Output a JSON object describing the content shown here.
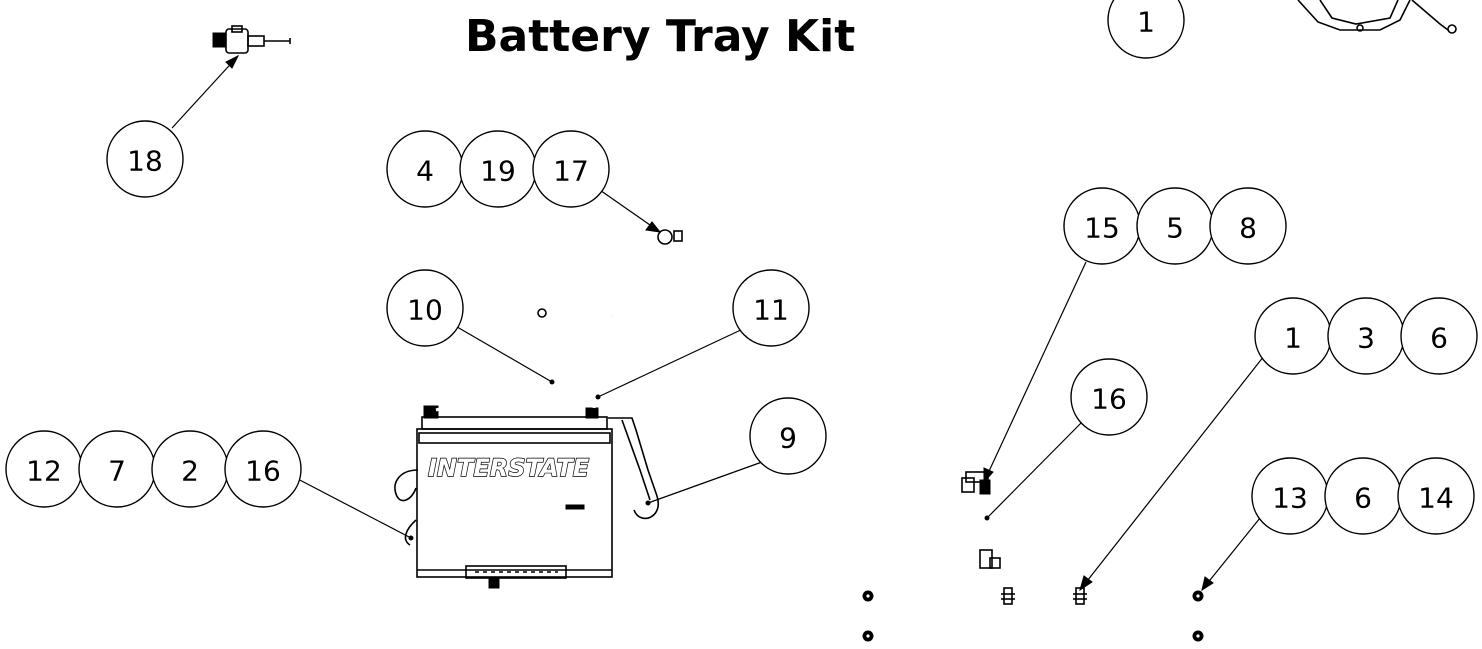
{
  "title": "Battery Tray Kit",
  "battery_brand": "INTERSTATE",
  "balloons": {
    "b18": "18",
    "b4": "4",
    "b19": "19",
    "b17": "17",
    "b1top": "1",
    "b15": "15",
    "b5": "5",
    "b8": "8",
    "b10": "10",
    "b11": "11",
    "b1": "1",
    "b3": "3",
    "b6a": "6",
    "b16r": "16",
    "b9": "9",
    "b12": "12",
    "b7": "7",
    "b2": "2",
    "b16l": "16",
    "b13": "13",
    "b6b": "6",
    "b14": "14"
  }
}
